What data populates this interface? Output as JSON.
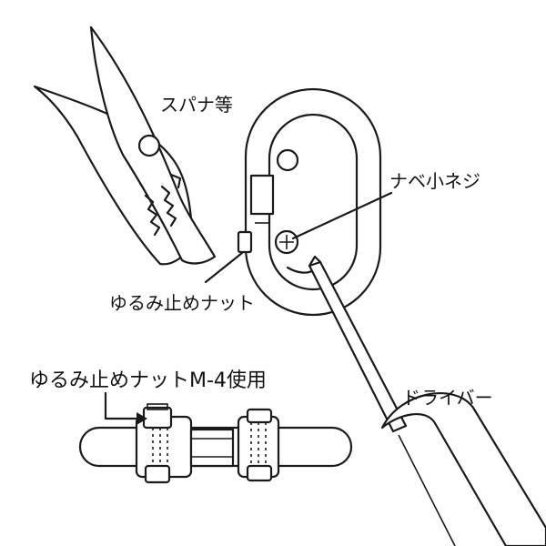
{
  "labels": {
    "spanner": "スパナ等",
    "pan_screw": "ナベ小ネジ",
    "lock_nut": "ゆるみ止めナット",
    "lock_nut_m4": "ゆるみ止めナットM-4使用",
    "driver": "ドライバー"
  }
}
